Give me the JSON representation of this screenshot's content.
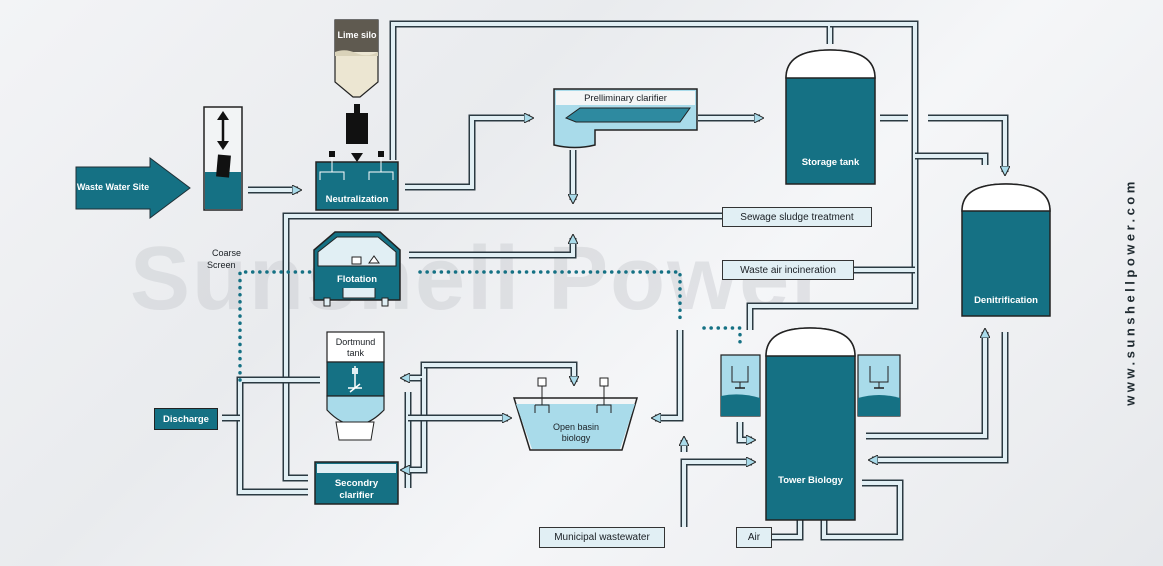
{
  "watermark": "Sunshell Power",
  "website": "www.sunshellpower.com",
  "colors": {
    "teal_dark": "#157184",
    "teal_light": "#a9dbea",
    "panel_light": "#e1eff4",
    "outline": "#222222",
    "dotted": "#157184"
  },
  "labels": {
    "waste_water_site": "Waste Water Site",
    "lime_silo": "Lime silo",
    "neutralization": "Neutralization",
    "preliminary_clarifier": "Prelliminary clarifier",
    "storage_tank": "Storage tank",
    "denitrification": "Denitrification",
    "sewage_sludge": "Sewage sludge treatment",
    "waste_air": "Waste air incineration",
    "coarse_screen_1": "Coarse",
    "coarse_screen_2": "Screen",
    "flotation": "Flotation",
    "dortmund_tank_1": "Dortmund",
    "dortmund_tank_2": "tank",
    "open_basin_1": "Open basin",
    "open_basin_2": "biology",
    "tower_biology": "Tower Biology",
    "discharge": "Discharge",
    "secondary_clarifier_1": "Secondry",
    "secondary_clarifier_2": "clarifier",
    "municipal_wastewater": "Municipal wastewater",
    "air": "Air"
  },
  "icons": {
    "inlet_arrow": "big-right-arrow-icon",
    "screen_arrow": "double-vertical-arrow-icon",
    "mixer": "mixer-motor-icon",
    "flow_arrow": "triangle-arrow-icon"
  }
}
